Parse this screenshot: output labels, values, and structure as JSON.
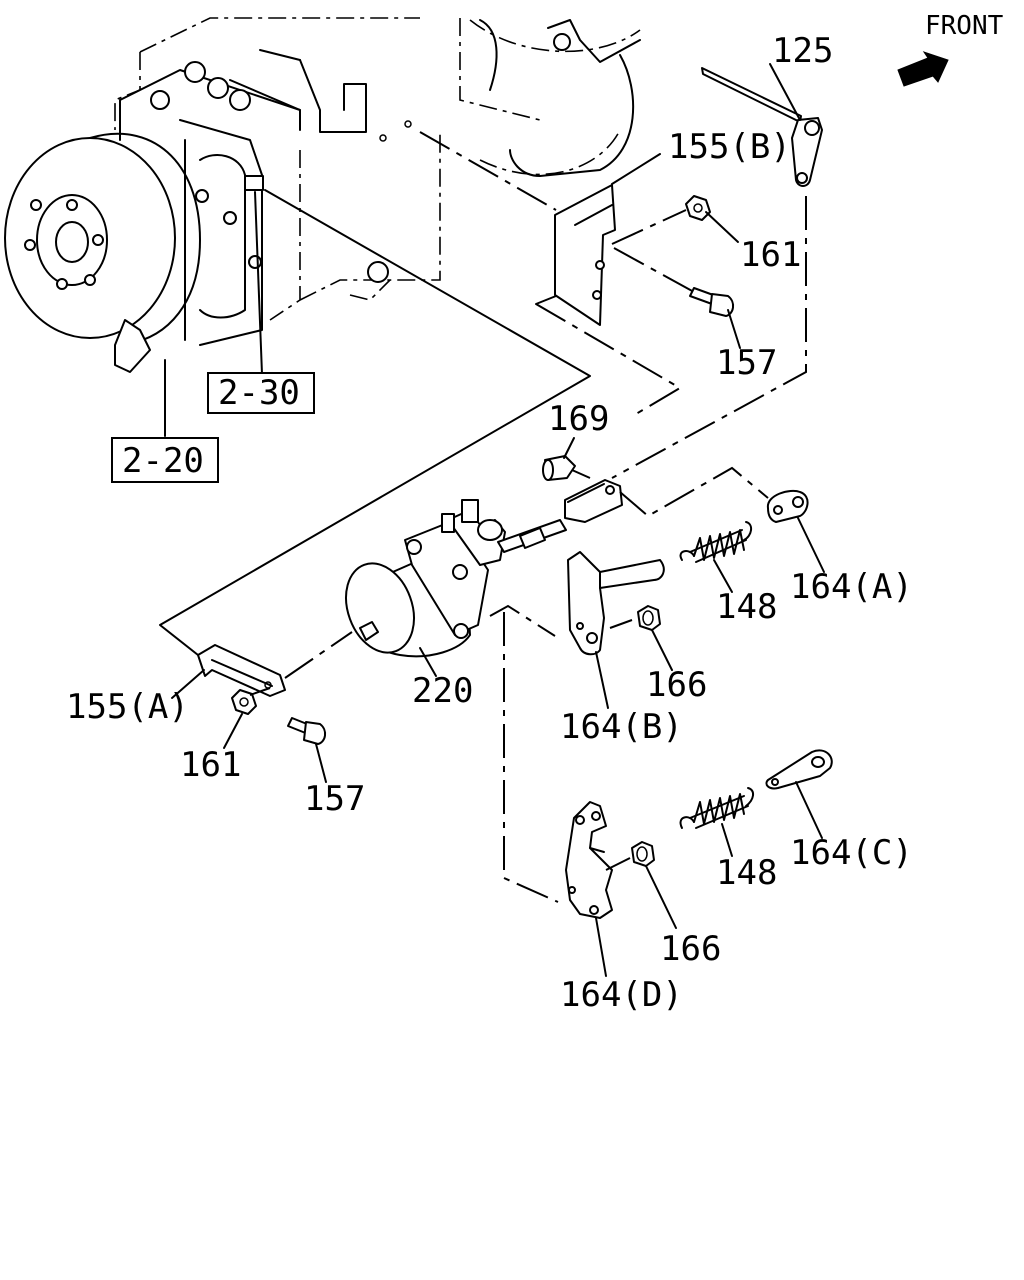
{
  "orientation": {
    "label": "FRONT"
  },
  "callouts": [
    {
      "id": "c125",
      "text": "125"
    },
    {
      "id": "c155b",
      "text": "155(B)"
    },
    {
      "id": "c161a",
      "text": "161"
    },
    {
      "id": "c157a",
      "text": "157"
    },
    {
      "id": "c169",
      "text": "169"
    },
    {
      "id": "c148a",
      "text": "148"
    },
    {
      "id": "c164a",
      "text": "164(A)"
    },
    {
      "id": "c166a",
      "text": "166"
    },
    {
      "id": "c164b",
      "text": "164(B)"
    },
    {
      "id": "c220",
      "text": "220"
    },
    {
      "id": "c155a",
      "text": "155(A)"
    },
    {
      "id": "c161b",
      "text": "161"
    },
    {
      "id": "c157b",
      "text": "157"
    },
    {
      "id": "c148b",
      "text": "148"
    },
    {
      "id": "c164c",
      "text": "164(C)"
    },
    {
      "id": "c166b",
      "text": "166"
    },
    {
      "id": "c164d",
      "text": "164(D)"
    }
  ],
  "references": [
    {
      "id": "r230",
      "text": "2-30"
    },
    {
      "id": "r220",
      "text": "2-20"
    }
  ]
}
